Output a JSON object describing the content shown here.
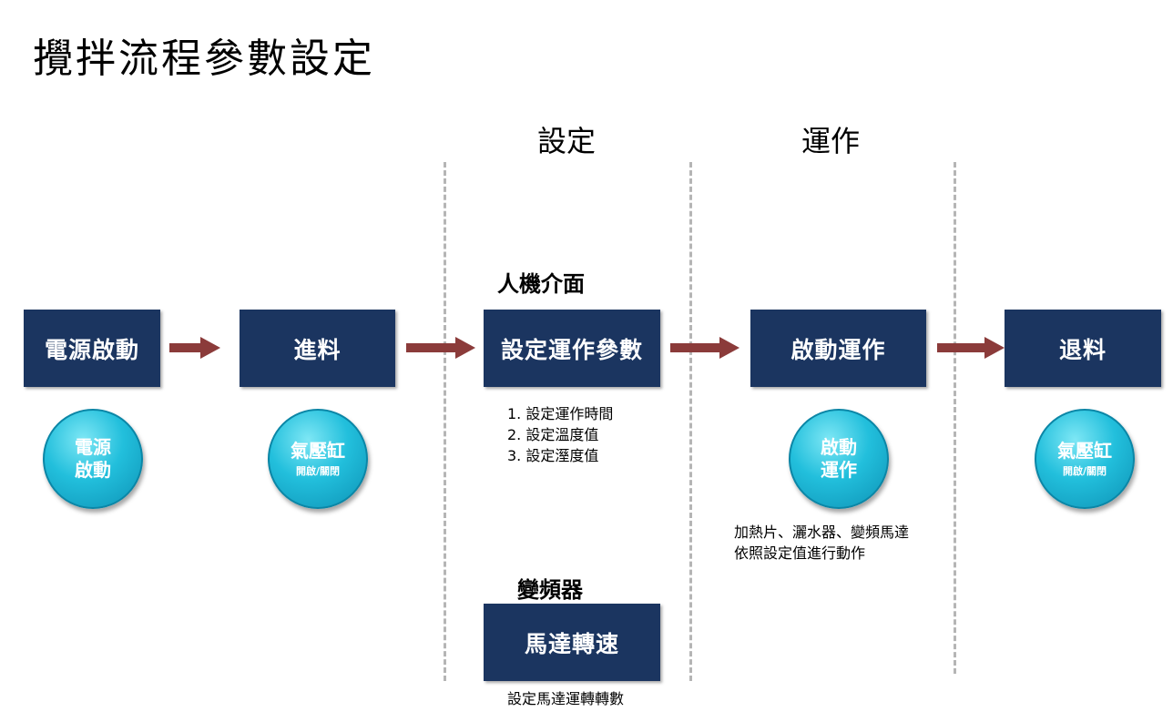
{
  "title": "攪拌流程參數設定",
  "phases": {
    "setting": "設定",
    "operation": "運作"
  },
  "steps": [
    {
      "label": "電源啟動"
    },
    {
      "label": "進料"
    },
    {
      "label": "設定運作參數"
    },
    {
      "label": "啟動運作"
    },
    {
      "label": "退料"
    }
  ],
  "circles": [
    {
      "line1": "電源",
      "line2": "啟動"
    },
    {
      "main": "氣壓缸",
      "sub": "開啟/關閉"
    },
    {
      "line1": "啟動",
      "line2": "運作"
    },
    {
      "main": "氣壓缸",
      "sub": "開啟/關閉"
    }
  ],
  "hmi": {
    "label": "人機介面",
    "items": [
      "1. 設定運作時間",
      "2. 設定溫度值",
      "3. 設定溼度值"
    ]
  },
  "operation_note": [
    "加熱片、灑水器、變頻馬達",
    "依照設定值進行動作"
  ],
  "inverter": {
    "label": "變頻器",
    "box": "馬達轉速",
    "note": "設定馬達運轉轉數"
  },
  "colors": {
    "box": "#1b3560",
    "arrow": "#8b3b3a",
    "circle": "#22bfdc",
    "divider": "#b5b5b5"
  }
}
